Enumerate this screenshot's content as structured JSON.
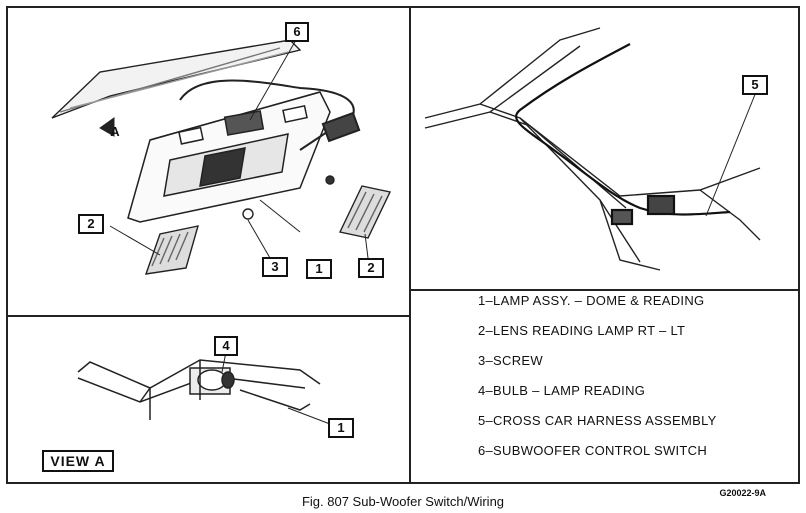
{
  "callouts": {
    "c6": "6",
    "cA": "A",
    "c2_left": "2",
    "c3": "3",
    "c1_top": "1",
    "c2_right": "2",
    "c5": "5",
    "c4": "4",
    "c1_bottom": "1"
  },
  "view_label": "VIEW  A",
  "legend": [
    "1–LAMP ASSY. – DOME & READING",
    "2–LENS READING LAMP RT – LT",
    "3–SCREW",
    "4–BULB – LAMP READING",
    "5–CROSS CAR HARNESS ASSEMBLY",
    "6–SUBWOOFER CONTROL SWITCH"
  ],
  "figure_code": "G20022-9A",
  "caption": "Fig. 807 Sub-Woofer Switch/Wiring",
  "colors": {
    "ink": "#111111",
    "paper": "#ffffff"
  }
}
